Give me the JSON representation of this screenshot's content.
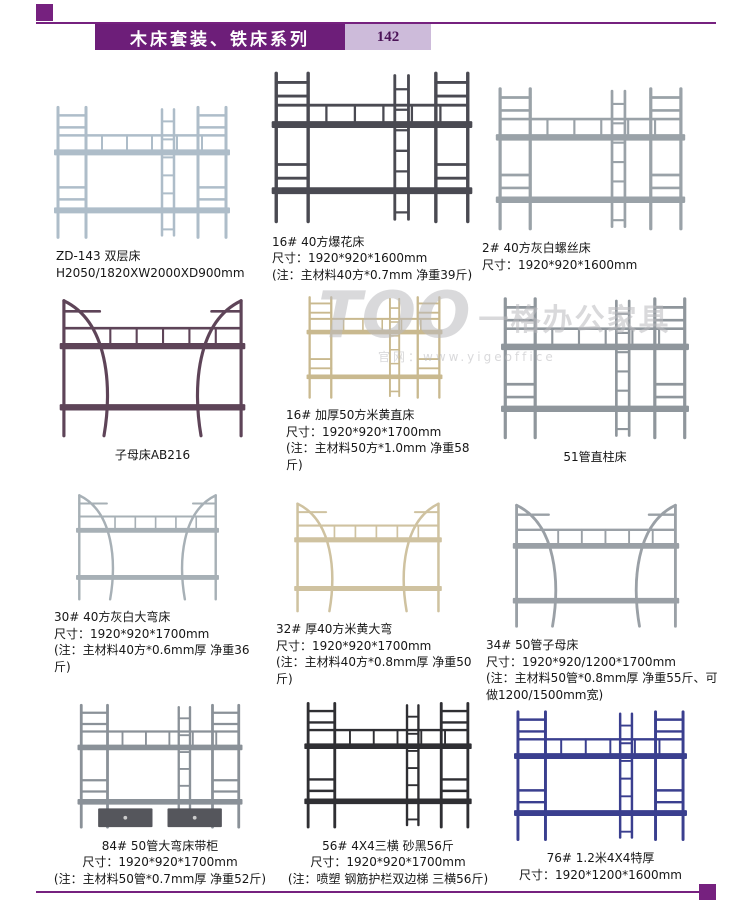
{
  "page": {
    "header_title": "木床套装、铁床系列",
    "page_number": "142",
    "accent_color": "#76217f",
    "accent_light": "#cdbbda"
  },
  "watermark": {
    "logo": "TOO",
    "brand": "一格办公家具",
    "site": "官网：www.yigeoffice"
  },
  "products": [
    {
      "name": "ZD-143 双层床",
      "line2": "H2050/1820XW2000XD900mm",
      "line3": "",
      "color": "#aebdc9",
      "type": "straight"
    },
    {
      "name": "16# 40方爆花床",
      "line2": "尺寸：1920*920*1600mm",
      "line3": "(注：主材料40方*0.7mm 净重39斤)",
      "color": "#4a4a52",
      "type": "straight"
    },
    {
      "name": "2# 40方灰白螺丝床",
      "line2": "尺寸：1920*920*1600mm",
      "line3": "",
      "color": "#9aa2a8",
      "type": "straight"
    },
    {
      "name": "子母床AB216",
      "line2": "",
      "line3": "",
      "color": "#5e4458",
      "type": "curved"
    },
    {
      "name": "16# 加厚50方米黄直床",
      "line2": "尺寸：1920*920*1700mm",
      "line3": "(注：主材料50方*1.0mm 净重58斤)",
      "color": "#c9b98f",
      "type": "straight"
    },
    {
      "name": "51管直柱床",
      "line2": "",
      "line3": "",
      "color": "#8f969c",
      "type": "straight"
    },
    {
      "name": "30# 40方灰白大弯床",
      "line2": "尺寸：1920*920*1700mm",
      "line3": "(注：主材料40方*0.6mm厚 净重36斤)",
      "color": "#a7b0b6",
      "type": "curved"
    },
    {
      "name": "32# 厚40方米黄大弯",
      "line2": "尺寸：1920*920*1700mm",
      "line3": "(注：主材料40方*0.8mm厚 净重50斤)",
      "color": "#cfc2a0",
      "type": "curved"
    },
    {
      "name": "34# 50管子母床",
      "line2": "尺寸：1920*920/1200*1700mm",
      "line3": "(注：主材料50管*0.8mm厚 净重55斤、可做1200/1500mm宽)",
      "color": "#9aa0a6",
      "type": "curved"
    },
    {
      "name": "84# 50管大弯床带柜",
      "line2": "尺寸：1920*920*1700mm",
      "line3": "(注：主材料50管*0.7mm厚 净重52斤)",
      "color": "#8a9198",
      "type": "cabinet"
    },
    {
      "name": "56# 4X4三横 砂黑56斤",
      "line2": "尺寸：1920*920*1700mm",
      "line3": "(注：喷塑 钢筋护栏双边梯 三横56斤)",
      "color": "#2f2f33",
      "type": "straight"
    },
    {
      "name": "76# 1.2米4X4特厚",
      "line2": "尺寸：1920*1200*1600mm",
      "line3": "",
      "color": "#3a3f8f",
      "type": "straight"
    }
  ]
}
